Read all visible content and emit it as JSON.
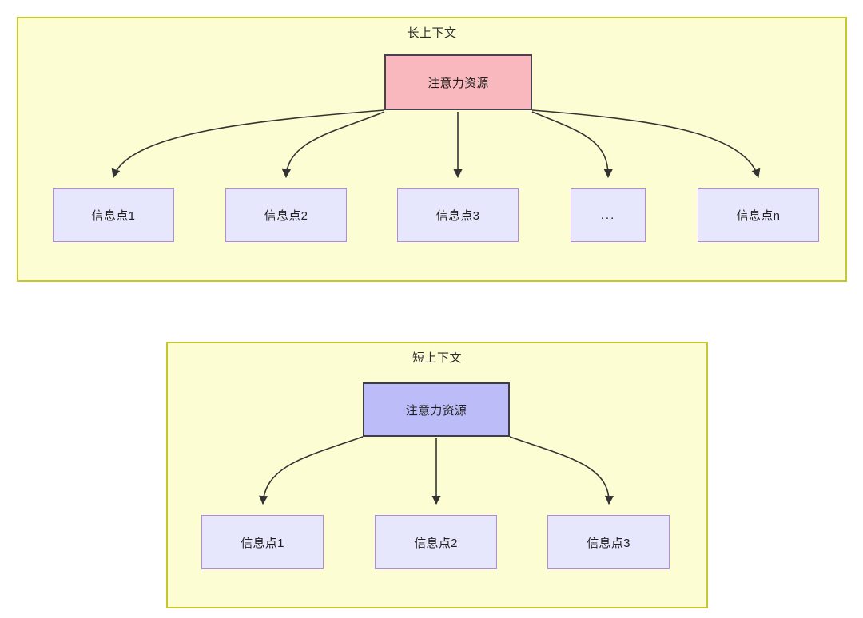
{
  "diagram": {
    "title": "",
    "colors": {
      "group_fill": "#fdfdd4",
      "group_border": "#c6c62d",
      "attention_long_fill": "#f8b8bd",
      "attention_long_border": "#4d4050",
      "attention_short_fill": "#bcbcf8",
      "attention_short_border": "#3c3c4a",
      "info_fill": "#e6e6fd",
      "info_border": "#b18ae0",
      "edge_stroke": "#333333",
      "text": "#1f1f1f",
      "background": "#ffffff"
    },
    "groups": [
      {
        "id": "long-context",
        "title": "长上下文",
        "root": {
          "label": "注意力资源",
          "style": "attention-pink"
        },
        "children": [
          {
            "label": "信息点1"
          },
          {
            "label": "信息点2"
          },
          {
            "label": "信息点3"
          },
          {
            "label": "..."
          },
          {
            "label": "信息点n"
          }
        ]
      },
      {
        "id": "short-context",
        "title": "短上下文",
        "root": {
          "label": "注意力资源",
          "style": "attention-blue"
        },
        "children": [
          {
            "label": "信息点1"
          },
          {
            "label": "信息点2"
          },
          {
            "label": "信息点3"
          }
        ]
      }
    ]
  }
}
